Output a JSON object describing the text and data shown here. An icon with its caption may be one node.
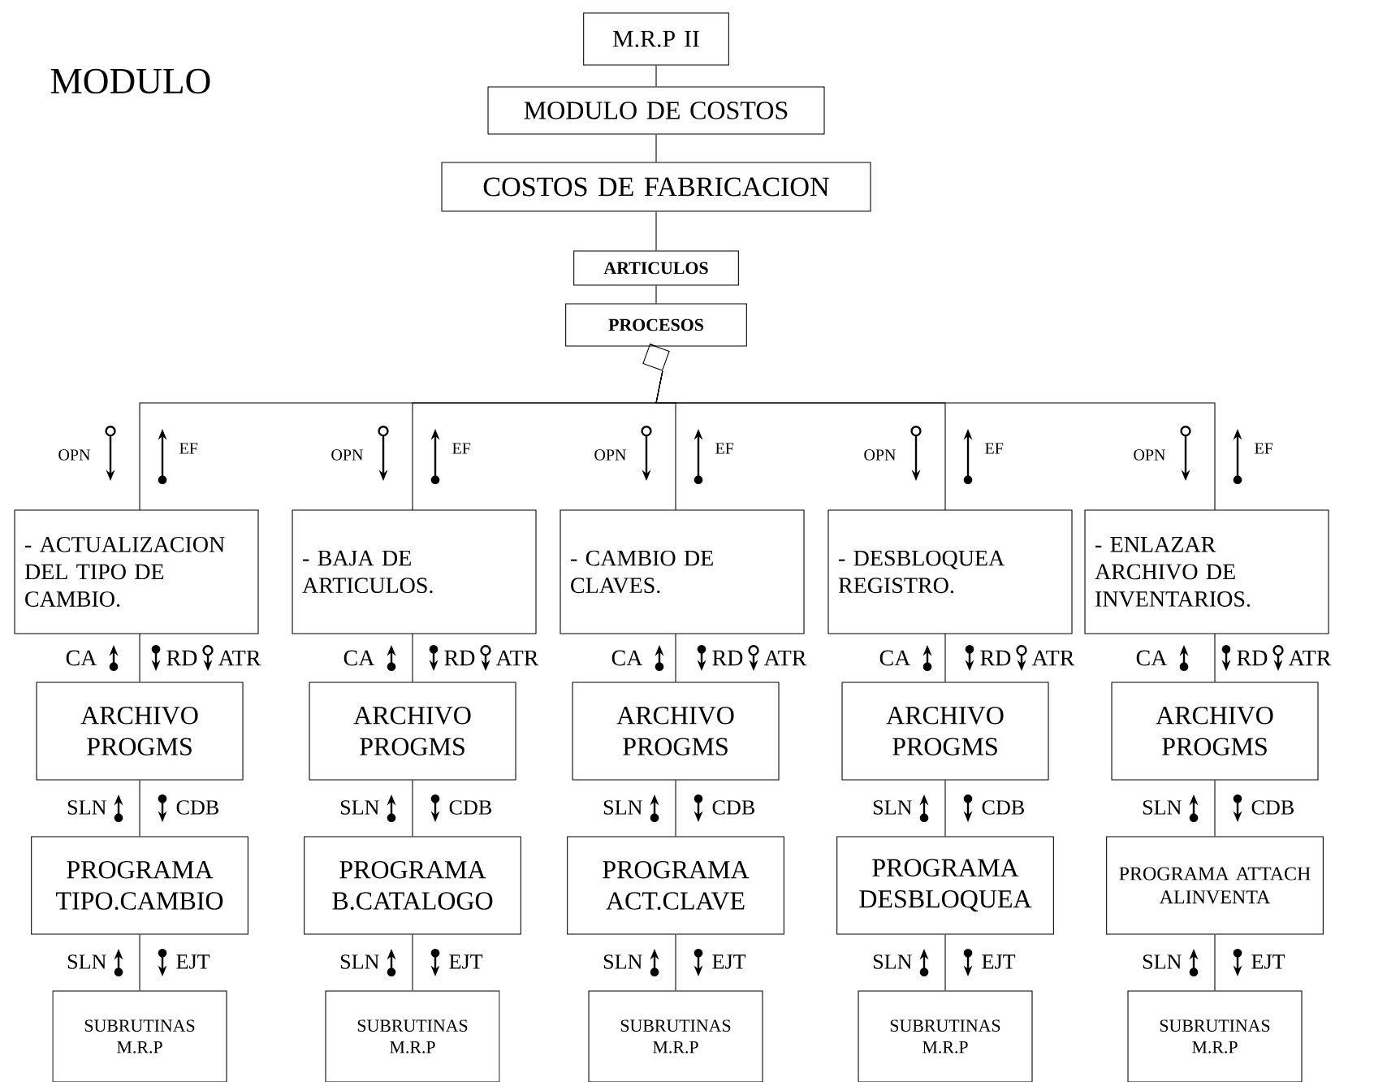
{
  "diagram": {
    "title": "MODULO",
    "nodes": [
      {
        "text": [
          "M.R.P II"
        ]
      },
      {
        "text": [
          "MODULO DE COSTOS"
        ]
      },
      {
        "text": [
          "COSTOS DE FABRICACION"
        ]
      },
      {
        "text": [
          "ARTICULOS"
        ]
      },
      {
        "text": [
          "PROCESOS"
        ]
      },
      {
        "text": [],
        "shape": "diamond"
      },
      {
        "text": [
          "- ACTUALIZACION DEL TIPO DE CAMBIO."
        ]
      },
      {
        "text": [
          "ARCHIVO PROGMS"
        ]
      },
      {
        "text": [
          "PROGRAMA TIPO.CAMBIO"
        ]
      },
      {
        "text": [
          "SUBRUTINAS M.R.P"
        ]
      },
      {
        "text": [
          "- BAJA DE ARTICULOS."
        ]
      },
      {
        "text": [
          "ARCHIVO PROGMS"
        ]
      },
      {
        "text": [
          "PROGRAMA B.CATALOGO"
        ]
      },
      {
        "text": [
          "SUBRUTINAS M.R.P"
        ]
      },
      {
        "text": [
          "- CAMBIO DE CLAVES."
        ]
      },
      {
        "text": [
          "ARCHIVO PROGMS"
        ]
      },
      {
        "text": [
          "PROGRAMA ACT.CLAVE"
        ]
      },
      {
        "text": [
          "SUBRUTINAS M.R.P"
        ]
      },
      {
        "text": [
          "- DESBLOQUEA REGISTRO."
        ]
      },
      {
        "text": [
          "ARCHIVO PROGMS"
        ]
      },
      {
        "text": [
          "PROGRAMA DESBLOQUEA"
        ]
      },
      {
        "text": [
          "SUBRUTINAS M.R.P"
        ]
      },
      {
        "text": [
          "- ENLAZAR ARCHIVO DE INVENTARIOS."
        ]
      },
      {
        "text": [
          "ARCHIVO PROGMS"
        ]
      },
      {
        "text": [
          "PROGRAMA ATTACH ALINVENTA"
        ]
      },
      {
        "text": [
          "SUBRUTINAS M.R.P"
        ]
      }
    ],
    "edges": [
      {
        "from": 0,
        "to": 1,
        "arrow": "none"
      },
      {
        "from": 1,
        "to": 2,
        "arrow": "none"
      },
      {
        "from": 2,
        "to": 3,
        "arrow": "none"
      },
      {
        "from": 3,
        "to": 4,
        "arrow": "none"
      },
      {
        "from": 4,
        "to": 5,
        "arrow": "none"
      },
      {
        "from": 5,
        "to": 6,
        "arrow": "none"
      },
      {
        "from": 5,
        "to": 10,
        "arrow": "none"
      },
      {
        "from": 5,
        "to": 14,
        "arrow": "none"
      },
      {
        "from": 5,
        "to": 18,
        "arrow": "none"
      },
      {
        "from": 5,
        "to": 22,
        "arrow": "none"
      },
      {
        "from": 6,
        "to": 7,
        "arrow": "none"
      },
      {
        "from": 7,
        "to": 8,
        "arrow": "none"
      },
      {
        "from": 8,
        "to": 9,
        "arrow": "none"
      },
      {
        "from": 10,
        "to": 11,
        "arrow": "none"
      },
      {
        "from": 11,
        "to": 12,
        "arrow": "none"
      },
      {
        "from": 12,
        "to": 13,
        "arrow": "none"
      },
      {
        "from": 14,
        "to": 15,
        "arrow": "none"
      },
      {
        "from": 15,
        "to": 16,
        "arrow": "none"
      },
      {
        "from": 16,
        "to": 17,
        "arrow": "none"
      },
      {
        "from": 18,
        "to": 19,
        "arrow": "none"
      },
      {
        "from": 19,
        "to": 20,
        "arrow": "none"
      },
      {
        "from": 20,
        "to": 21,
        "arrow": "none"
      },
      {
        "from": 22,
        "to": 23,
        "arrow": "none"
      },
      {
        "from": 23,
        "to": 24,
        "arrow": "none"
      },
      {
        "from": 24,
        "to": 25,
        "arrow": "none"
      }
    ],
    "labels": [
      "OPN",
      "EF",
      "OPN",
      "EF",
      "OPN",
      "EF",
      "OPN",
      "EF",
      "OPN",
      "EF",
      "CA",
      "RD",
      "ATR",
      "CA",
      "RD",
      "ATR",
      "CA",
      "RD",
      "ATR",
      "CA",
      "RD",
      "ATR",
      "CA",
      "RD",
      "ATR",
      "SLN",
      "CDB",
      "SLN",
      "CDB",
      "SLN",
      "CDB",
      "SLN",
      "CDB",
      "SLN",
      "CDB",
      "SLN",
      "EJT",
      "SLN",
      "EJT",
      "SLN",
      "EJT",
      "SLN",
      "EJT",
      "SLN",
      "EJT"
    ]
  }
}
